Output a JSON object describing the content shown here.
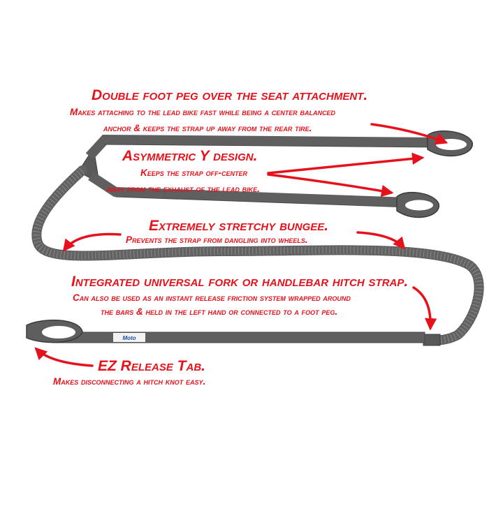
{
  "colors": {
    "annotation": "#e5121c",
    "strap": "#5c5c5c",
    "strap_edge": "#3d3d3d",
    "bungee": "#6a6a6a",
    "background": "#ffffff"
  },
  "callouts": {
    "seat_attachment": {
      "title": "Double foot peg over the seat attachment.",
      "lines": [
        "Makes attaching to the lead bike fast while being a center balanced",
        "anchor & keeps the strap up away from the rear tire."
      ]
    },
    "y_design": {
      "title": "Asymmetric Y design.",
      "lines": [
        "Keeps the strap off-center",
        "away from the exhaust of the lead bike."
      ]
    },
    "bungee": {
      "title": "Extremely stretchy bungee.",
      "lines": [
        "Prevents the strap from dangling into wheels."
      ]
    },
    "hitch_strap": {
      "title": "Integrated universal fork or handlebar hitch strap.",
      "lines": [
        "Can also be used as an instant release friction system wrapped around",
        "the bars & held in the left hand or connected to a foot peg."
      ]
    },
    "release_tab": {
      "title": "EZ Release Tab.",
      "lines": [
        "Makes disconnecting a hitch knot easy."
      ]
    }
  },
  "product_label": {
    "logo_text": "Moto"
  }
}
